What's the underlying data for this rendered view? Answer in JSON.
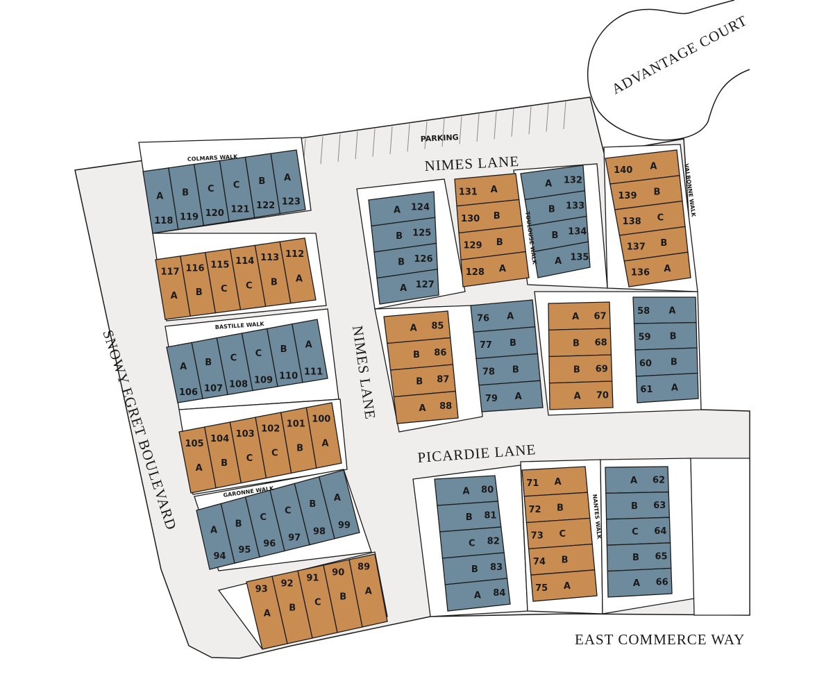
{
  "colors": {
    "blue": "#6e8b9d",
    "orange": "#c98d52",
    "ground": "#efeeec",
    "line": "#1a1a1a"
  },
  "streets": {
    "advantage_court": "ADVANTAGE COURT",
    "nimes_lane_top": "NIMES LANE",
    "nimes_lane_vertical": "NIMES LANE",
    "picardie_lane": "PICARDIE LANE",
    "snowy_egret": "SNOWY EGRET BOULEVARD",
    "east_commerce": "EAST COMMERCE WAY"
  },
  "walks": {
    "colmars": "COLMARS WALK",
    "bastille": "BASTILLE WALK",
    "garonne": "GARONNE WALK",
    "toulouse": "TOULOUSE WALK",
    "valbonne": "VALBONNE WALK",
    "nantes": "NANTES WALK"
  },
  "parking_label": "PARKING",
  "buildings": [
    {
      "id": "b118",
      "color": "blue",
      "lots": [
        {
          "num": "118",
          "type": "A"
        },
        {
          "num": "119",
          "type": "B"
        },
        {
          "num": "120",
          "type": "C"
        },
        {
          "num": "121",
          "type": "C"
        },
        {
          "num": "122",
          "type": "B"
        },
        {
          "num": "123",
          "type": "A"
        }
      ]
    },
    {
      "id": "b112",
      "color": "orange",
      "lots": [
        {
          "num": "117",
          "type": "A"
        },
        {
          "num": "116",
          "type": "B"
        },
        {
          "num": "115",
          "type": "C"
        },
        {
          "num": "114",
          "type": "C"
        },
        {
          "num": "113",
          "type": "B"
        },
        {
          "num": "112",
          "type": "A"
        }
      ]
    },
    {
      "id": "b106",
      "color": "blue",
      "lots": [
        {
          "num": "106",
          "type": "A"
        },
        {
          "num": "107",
          "type": "B"
        },
        {
          "num": "108",
          "type": "C"
        },
        {
          "num": "109",
          "type": "C"
        },
        {
          "num": "110",
          "type": "B"
        },
        {
          "num": "111",
          "type": "A"
        }
      ]
    },
    {
      "id": "b100",
      "color": "orange",
      "lots": [
        {
          "num": "105",
          "type": "A"
        },
        {
          "num": "104",
          "type": "B"
        },
        {
          "num": "103",
          "type": "C"
        },
        {
          "num": "102",
          "type": "C"
        },
        {
          "num": "101",
          "type": "B"
        },
        {
          "num": "100",
          "type": "A"
        }
      ]
    },
    {
      "id": "b94",
      "color": "blue",
      "lots": [
        {
          "num": "94",
          "type": "A"
        },
        {
          "num": "95",
          "type": "B"
        },
        {
          "num": "96",
          "type": "C"
        },
        {
          "num": "97",
          "type": "C"
        },
        {
          "num": "98",
          "type": "B"
        },
        {
          "num": "99",
          "type": "A"
        }
      ]
    },
    {
      "id": "b89",
      "color": "orange",
      "lots": [
        {
          "num": "93",
          "type": "A"
        },
        {
          "num": "92",
          "type": "B"
        },
        {
          "num": "91",
          "type": "C"
        },
        {
          "num": "90",
          "type": "B"
        },
        {
          "num": "89",
          "type": "A"
        }
      ]
    },
    {
      "id": "b124",
      "color": "blue",
      "lots": [
        {
          "num": "124",
          "type": "A"
        },
        {
          "num": "125",
          "type": "B"
        },
        {
          "num": "126",
          "type": "B"
        },
        {
          "num": "127",
          "type": "A"
        }
      ]
    },
    {
      "id": "b128",
      "color": "orange",
      "lots": [
        {
          "num": "131",
          "type": "A"
        },
        {
          "num": "130",
          "type": "B"
        },
        {
          "num": "129",
          "type": "B"
        },
        {
          "num": "128",
          "type": "A"
        }
      ]
    },
    {
      "id": "b132",
      "color": "blue",
      "lots": [
        {
          "num": "132",
          "type": "A"
        },
        {
          "num": "133",
          "type": "B"
        },
        {
          "num": "134",
          "type": "B"
        },
        {
          "num": "135",
          "type": "A"
        }
      ]
    },
    {
      "id": "b136",
      "color": "orange",
      "lots": [
        {
          "num": "140",
          "type": "A"
        },
        {
          "num": "139",
          "type": "B"
        },
        {
          "num": "138",
          "type": "C"
        },
        {
          "num": "137",
          "type": "B"
        },
        {
          "num": "136",
          "type": "A"
        }
      ]
    },
    {
      "id": "b85",
      "color": "orange",
      "lots": [
        {
          "num": "85",
          "type": "A"
        },
        {
          "num": "86",
          "type": "B"
        },
        {
          "num": "87",
          "type": "B"
        },
        {
          "num": "88",
          "type": "A"
        }
      ]
    },
    {
      "id": "b76",
      "color": "blue",
      "lots": [
        {
          "num": "76",
          "type": "A"
        },
        {
          "num": "77",
          "type": "B"
        },
        {
          "num": "78",
          "type": "B"
        },
        {
          "num": "79",
          "type": "A"
        }
      ]
    },
    {
      "id": "b67",
      "color": "orange",
      "lots": [
        {
          "num": "67",
          "type": "A"
        },
        {
          "num": "68",
          "type": "B"
        },
        {
          "num": "69",
          "type": "B"
        },
        {
          "num": "70",
          "type": "A"
        }
      ]
    },
    {
      "id": "b58",
      "color": "blue",
      "lots": [
        {
          "num": "58",
          "type": "A"
        },
        {
          "num": "59",
          "type": "B"
        },
        {
          "num": "60",
          "type": "B"
        },
        {
          "num": "61",
          "type": "A"
        }
      ]
    },
    {
      "id": "b80",
      "color": "blue",
      "lots": [
        {
          "num": "80",
          "type": "A"
        },
        {
          "num": "81",
          "type": "B"
        },
        {
          "num": "82",
          "type": "C"
        },
        {
          "num": "83",
          "type": "B"
        },
        {
          "num": "84",
          "type": "A"
        }
      ]
    },
    {
      "id": "b71",
      "color": "orange",
      "lots": [
        {
          "num": "71",
          "type": "A"
        },
        {
          "num": "72",
          "type": "B"
        },
        {
          "num": "73",
          "type": "C"
        },
        {
          "num": "74",
          "type": "B"
        },
        {
          "num": "75",
          "type": "A"
        }
      ]
    },
    {
      "id": "b62",
      "color": "blue",
      "lots": [
        {
          "num": "62",
          "type": "A"
        },
        {
          "num": "63",
          "type": "B"
        },
        {
          "num": "64",
          "type": "C"
        },
        {
          "num": "65",
          "type": "B"
        },
        {
          "num": "66",
          "type": "A"
        }
      ]
    }
  ]
}
